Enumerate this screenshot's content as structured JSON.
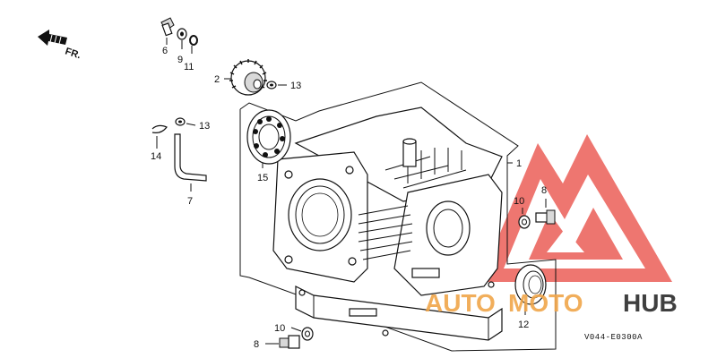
{
  "direction_label": "FR.",
  "diagram_code": "V044-E0300A",
  "watermark": {
    "text_part1": "AUTO",
    "text_part2": "MOTO",
    "text_part3": "HUB",
    "color_red": "#e8423a",
    "color_orange": "#f0a64a",
    "color_dark": "#2b2b2b"
  },
  "callouts": {
    "c1": "1",
    "c2": "2",
    "c6": "6",
    "c7": "7",
    "c8a": "8",
    "c8b": "8",
    "c9": "9",
    "c10a": "10",
    "c10b": "10",
    "c11": "11",
    "c12": "12",
    "c13a": "13",
    "c13b": "13",
    "c14": "14",
    "c15": "15"
  }
}
